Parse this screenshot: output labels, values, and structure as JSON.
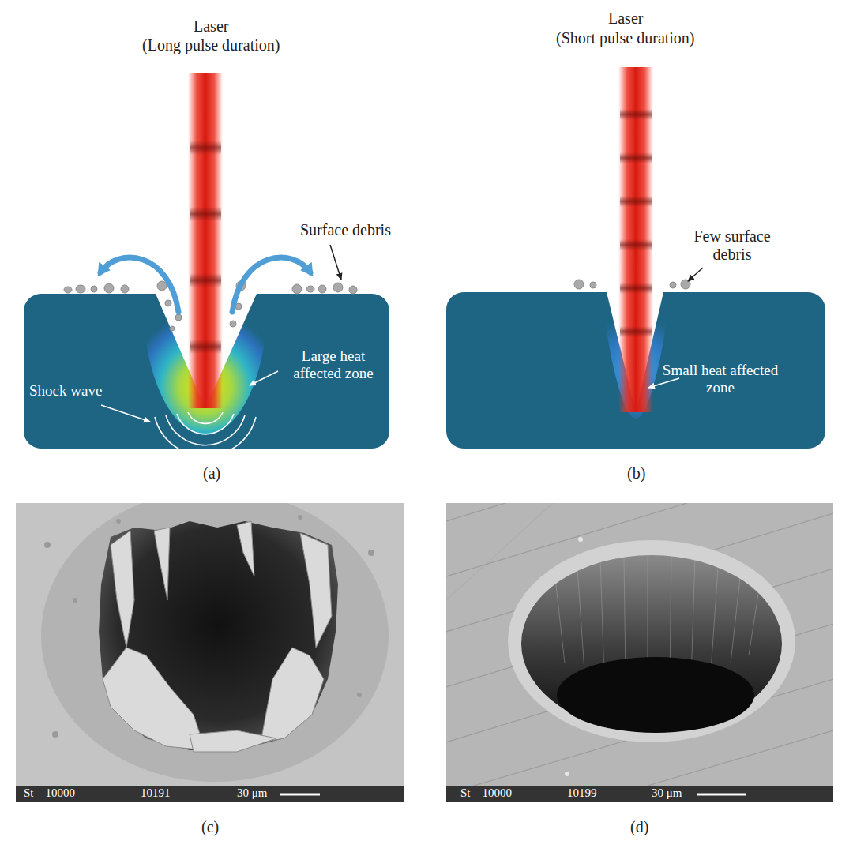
{
  "diagram": {
    "labels": [
      "Laser",
      "(Long pulse duration)",
      "Surface debris",
      "Large heat affected zone",
      "Shock wave",
      "(a)",
      "Laser",
      "(Short pulse duration)",
      "Few surface debris",
      "Small heat affected zone",
      "(b)",
      "St – 10000",
      "10191",
      "30 μm",
      "(c)",
      "St – 10000",
      "10199",
      "30 μm",
      "(d)"
    ]
  }
}
